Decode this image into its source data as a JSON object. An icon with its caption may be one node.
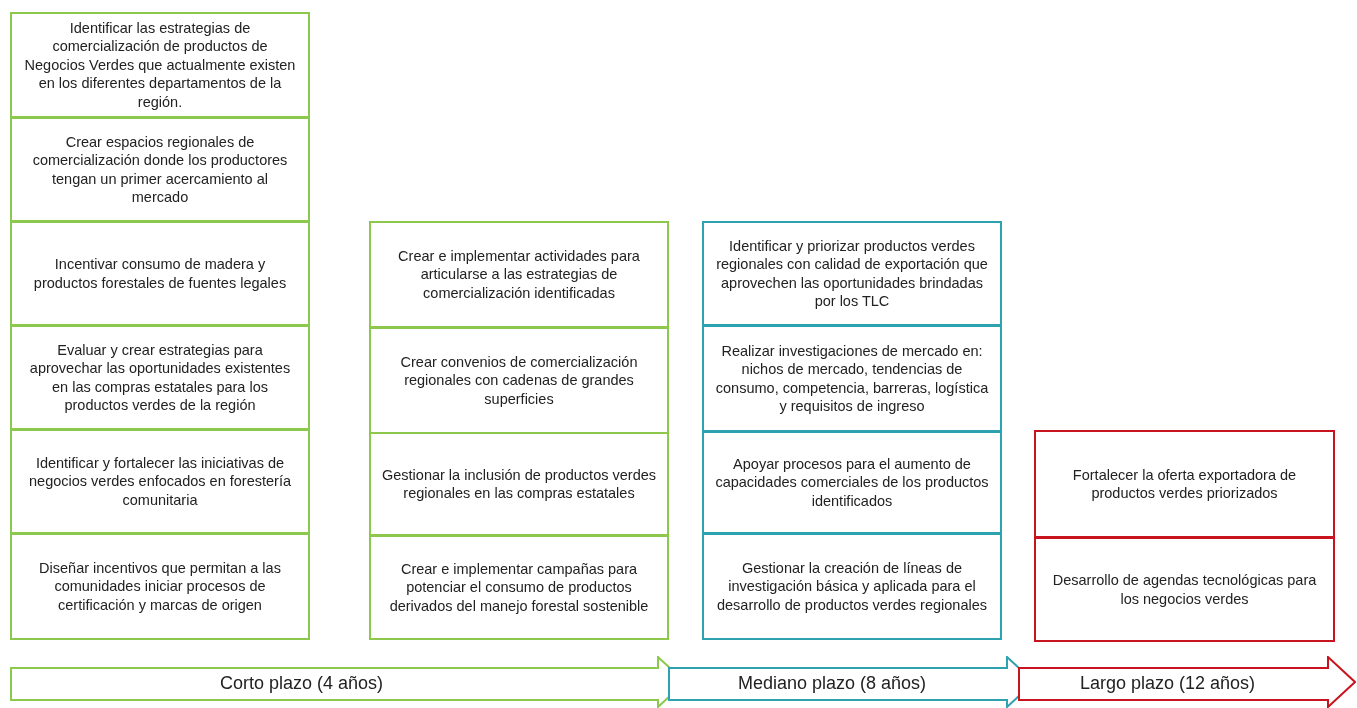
{
  "diagram": {
    "nodes": [
      {
        "text": [
          "Identificar las estrategias de comercialización de productos de Negocios Verdes  que actualmente existen en los diferentes departamentos de la región."
        ]
      },
      {
        "text": [
          "Crear espacios regionales de comercialización donde los productores tengan un primer acercamiento al mercado"
        ]
      },
      {
        "text": [
          "Incentivar consumo de madera y productos forestales de fuentes legales"
        ]
      },
      {
        "text": [
          "Evaluar y crear estrategias para aprovechar las oportunidades existentes en las compras estatales para los productos verdes de la región"
        ]
      },
      {
        "text": [
          "Identificar y fortalecer las iniciativas de negocios verdes  enfocados en forestería comunitaria"
        ]
      },
      {
        "text": [
          "Diseñar incentivos que permitan a las comunidades iniciar procesos de certificación y marcas de origen"
        ]
      },
      {
        "text": [
          "Crear e implementar actividades para articularse a las estrategias de comercialización  identificadas"
        ]
      },
      {
        "text": [
          "Crear convenios de comercialización regionales con cadenas de grandes superficies"
        ]
      },
      {
        "text": [
          "Gestionar la inclusión de productos verdes regionales en las compras estatales"
        ]
      },
      {
        "text": [
          "Crear e implementar campañas para potenciar el consumo de productos derivados del manejo forestal sostenible"
        ]
      },
      {
        "text": [
          "Identificar y priorizar productos verdes regionales con calidad de exportación que aprovechen las oportunidades brindadas por los TLC"
        ]
      },
      {
        "text": [
          "Realizar investigaciones de mercado en: nichos de mercado, tendencias de consumo, competencia, barreras, logística y requisitos de ingreso"
        ]
      },
      {
        "text": [
          "Apoyar procesos para el aumento de capacidades comerciales de los productos identificados"
        ]
      },
      {
        "text": [
          "Gestionar la creación de líneas de investigación básica y aplicada para el desarrollo de productos verdes regionales"
        ]
      },
      {
        "text": [
          "Fortalecer la oferta exportadora de productos verdes priorizados"
        ]
      },
      {
        "text": [
          "Desarrollo de agendas tecnológicas para los negocios verdes"
        ]
      },
      {
        "text": [
          "Corto plazo (4 años)"
        ]
      },
      {
        "text": [
          "Mediano plazo (8 años)"
        ]
      },
      {
        "text": [
          "Largo plazo (12 años)"
        ]
      }
    ],
    "edges": []
  }
}
